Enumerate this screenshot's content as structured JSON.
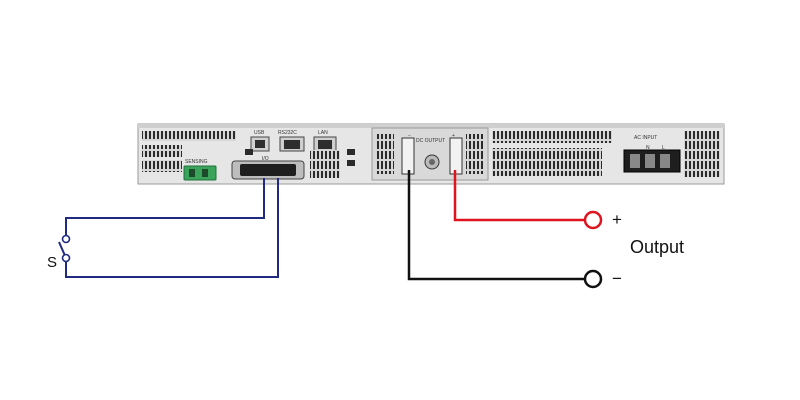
{
  "switch_label": "S",
  "output": {
    "plus_symbol": "+",
    "minus_symbol": "−",
    "label": "Output"
  },
  "instrument": {
    "sense_label": "SENSING",
    "usb_label": "USB",
    "rs232_label": "RS232C",
    "lan_label": "LAN",
    "io_label": "I/O",
    "dc_output_label": "DC OUTPUT",
    "dc_plus_label": "+",
    "dc_minus_label": "−",
    "ac_input_label": "AC INPUT",
    "ac_n_label": "N",
    "ac_l_label": "L"
  },
  "colors": {
    "switch_wire": "#1f2a80",
    "positive_wire": "#e0141e",
    "negative_wire": "#111111",
    "positive_terminal": "#e0141e",
    "negative_terminal": "#111111",
    "panel": "#e8e8e8",
    "sense_connector": "#3aa55a"
  }
}
